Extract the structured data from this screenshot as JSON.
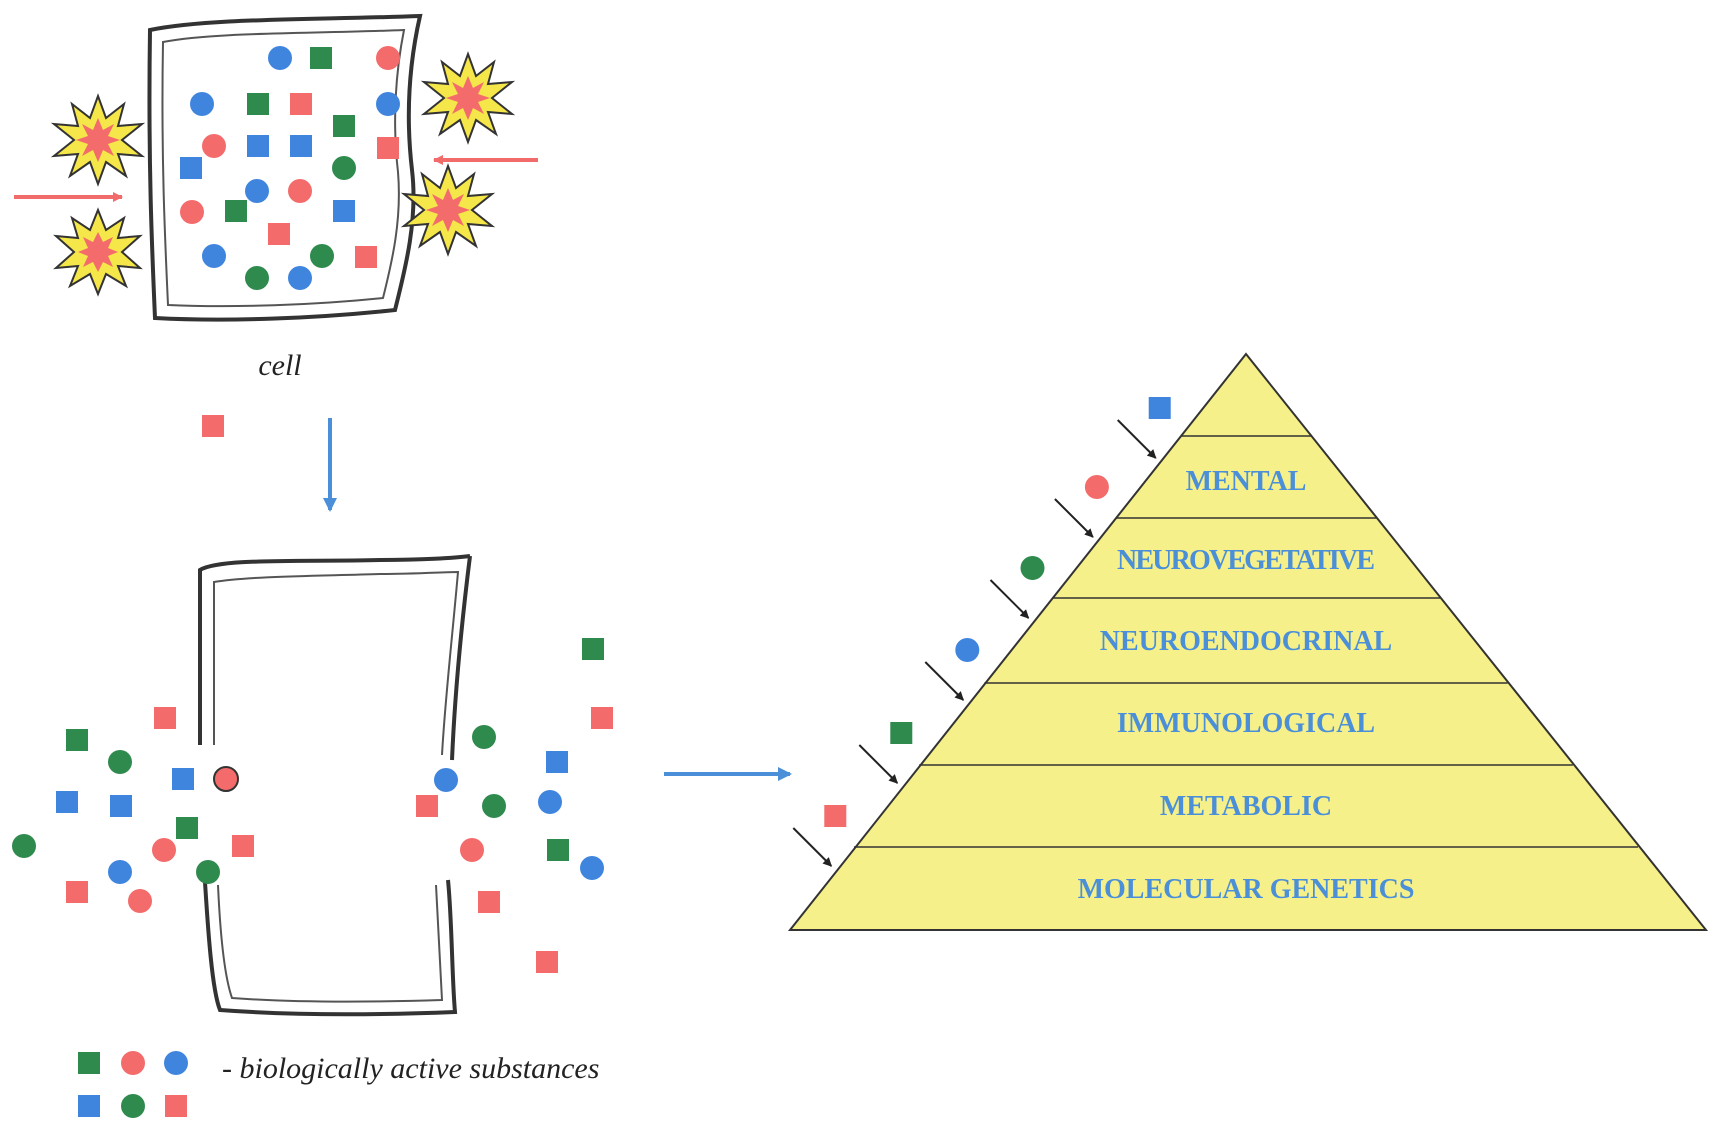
{
  "cell_label": "cell",
  "legend_text": "- biologically active substances",
  "pyramid": {
    "levels": [
      {
        "label": "MENTAL",
        "marker": {
          "shape": "square",
          "color": "blue"
        }
      },
      {
        "label": "NEUROVEGETATIVE",
        "marker": {
          "shape": "circle",
          "color": "red"
        }
      },
      {
        "label": "NEUROENDOCRINAL",
        "marker": {
          "shape": "circle",
          "color": "green"
        }
      },
      {
        "label": "IMMUNOLOGICAL",
        "marker": {
          "shape": "circle",
          "color": "blue"
        }
      },
      {
        "label": "METABOLIC",
        "marker": {
          "shape": "square",
          "color": "green"
        }
      },
      {
        "label": "MOLECULAR GENETICS",
        "marker": {
          "shape": "square",
          "color": "red"
        }
      }
    ]
  },
  "colors": {
    "green": "#2f8a4e",
    "red": "#f36b6b",
    "blue": "#3f85de",
    "pyramid_fill": "#f5f08a",
    "label_text": "#4a8fd8",
    "arrow_pink": "#f26b6b",
    "arrow_blue": "#4a8fd8"
  },
  "icons": {
    "explosion": "explosion-icon",
    "cell": "cell-outline-icon"
  }
}
